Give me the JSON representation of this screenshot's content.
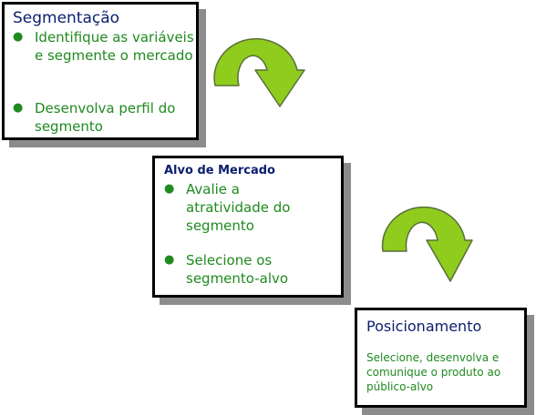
{
  "steps": [
    {
      "title": "Segmentação",
      "bullets": [
        "Identifique as variáveis e segmente o mercado",
        "Desenvolva perfil do segmento"
      ]
    },
    {
      "title": "Alvo de Mercado",
      "bullets": [
        "Avalie a atratividade do segmento",
        "Selecione os segmento-alvo"
      ]
    },
    {
      "title": "Posicionamento",
      "text": "Selecione, desenvolva e comunique o produto ao público-alvo"
    }
  ],
  "colors": {
    "title": "#0a1e6e",
    "body_text": "#1f8a1f",
    "arrow_fill": "#8fcc1e",
    "arrow_stroke": "#5a6e3a",
    "shadow": "#8c8c8c"
  }
}
